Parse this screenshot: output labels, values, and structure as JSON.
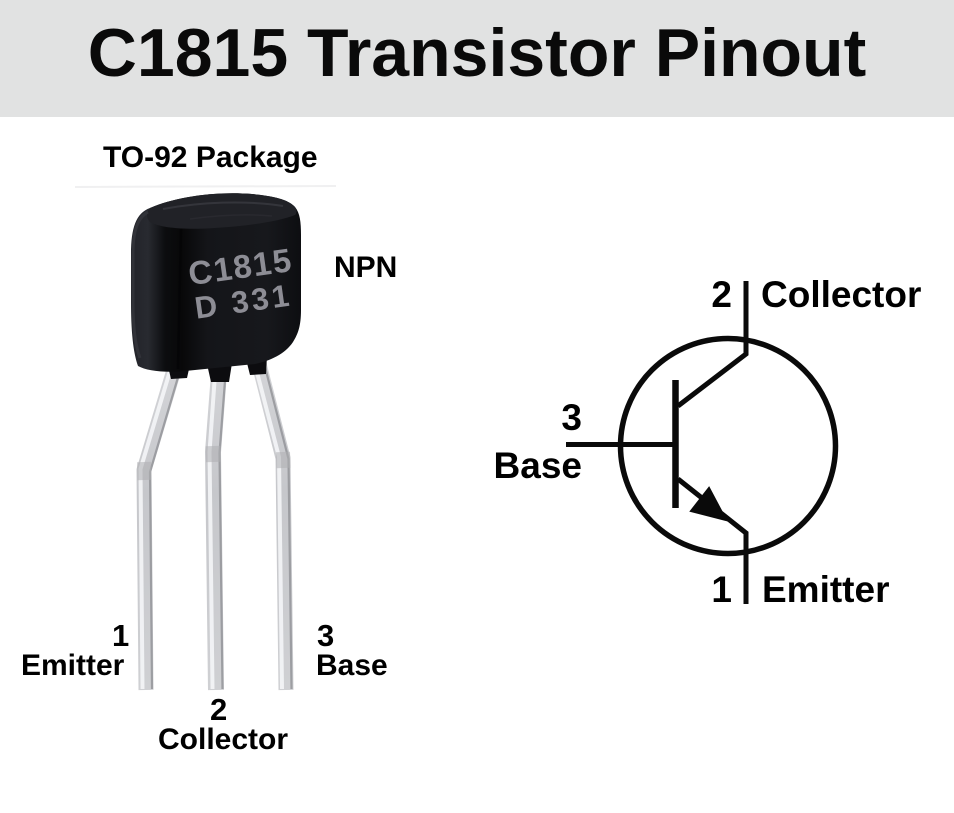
{
  "header": {
    "title": "C1815 Transistor Pinout"
  },
  "photo": {
    "caption": "TO-92 Package",
    "transistor_type": "NPN",
    "marking_line1": "C1815",
    "marking_line2": "D 331",
    "pin_labels": {
      "pin1": {
        "number": "1",
        "name": "Emitter"
      },
      "pin2": {
        "number": "2",
        "name": "Collector"
      },
      "pin3": {
        "number": "3",
        "name": "Base"
      }
    }
  },
  "schematic": {
    "symbol": "NPN bipolar junction transistor",
    "collector": {
      "number": "2",
      "name": "Collector"
    },
    "base": {
      "number": "3",
      "name": "Base"
    },
    "emitter": {
      "number": "1",
      "name": "Emitter"
    }
  },
  "colors": {
    "header_bg": "#e1e2e2",
    "page_bg": "#ffffff",
    "body_black": "#121316",
    "marking_gray": "#8d8d95",
    "lead_silver": "#c6c7cb",
    "lead_highlight": "#f4f5f7",
    "line_black": "#0a0a0a",
    "text_black": "#000000"
  }
}
